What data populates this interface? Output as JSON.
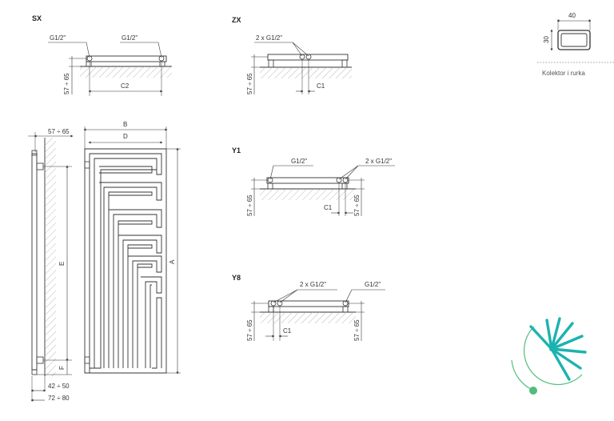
{
  "views": {
    "sx": {
      "label": "SX",
      "connection_left": "G1/2\"",
      "connection_right": "G1/2\"",
      "dim_height": "57 ÷ 65",
      "dim_c2": "C2"
    },
    "zx": {
      "label": "ZX",
      "connection": "2 x G1/2\"",
      "dim_height": "57 ÷ 65",
      "dim_c1": "C1"
    },
    "y1": {
      "label": "Y1",
      "connection_left": "G1/2\"",
      "connection_right": "2 x G1/2\"",
      "dim_height_left": "57 ÷ 65",
      "dim_height_right": "57 ÷ 65",
      "dim_c1": "C1"
    },
    "y8": {
      "label": "Y8",
      "connection_left": "2 x G1/2\"",
      "connection_right": "G1/2\"",
      "dim_height_left": "57 ÷ 65",
      "dim_height_right": "57 ÷ 65",
      "dim_c1": "C1"
    },
    "side": {
      "dim_top": "57 ÷ 65",
      "dim_e": "E",
      "dim_f": "F",
      "dim_bottom_1": "42 ÷ 50",
      "dim_bottom_2": "72 ÷ 80"
    },
    "front": {
      "dim_b": "B",
      "dim_d": "D",
      "dim_a": "A"
    },
    "profile": {
      "width": "40",
      "height": "30",
      "caption": "Kolektor i rurka"
    }
  },
  "colors": {
    "line": "#333333",
    "hatch": "#999999",
    "logo_teal": "#1bb3b0",
    "logo_green": "#4fbe7a"
  },
  "icons": {
    "logo": "dandelion-logo-icon"
  }
}
